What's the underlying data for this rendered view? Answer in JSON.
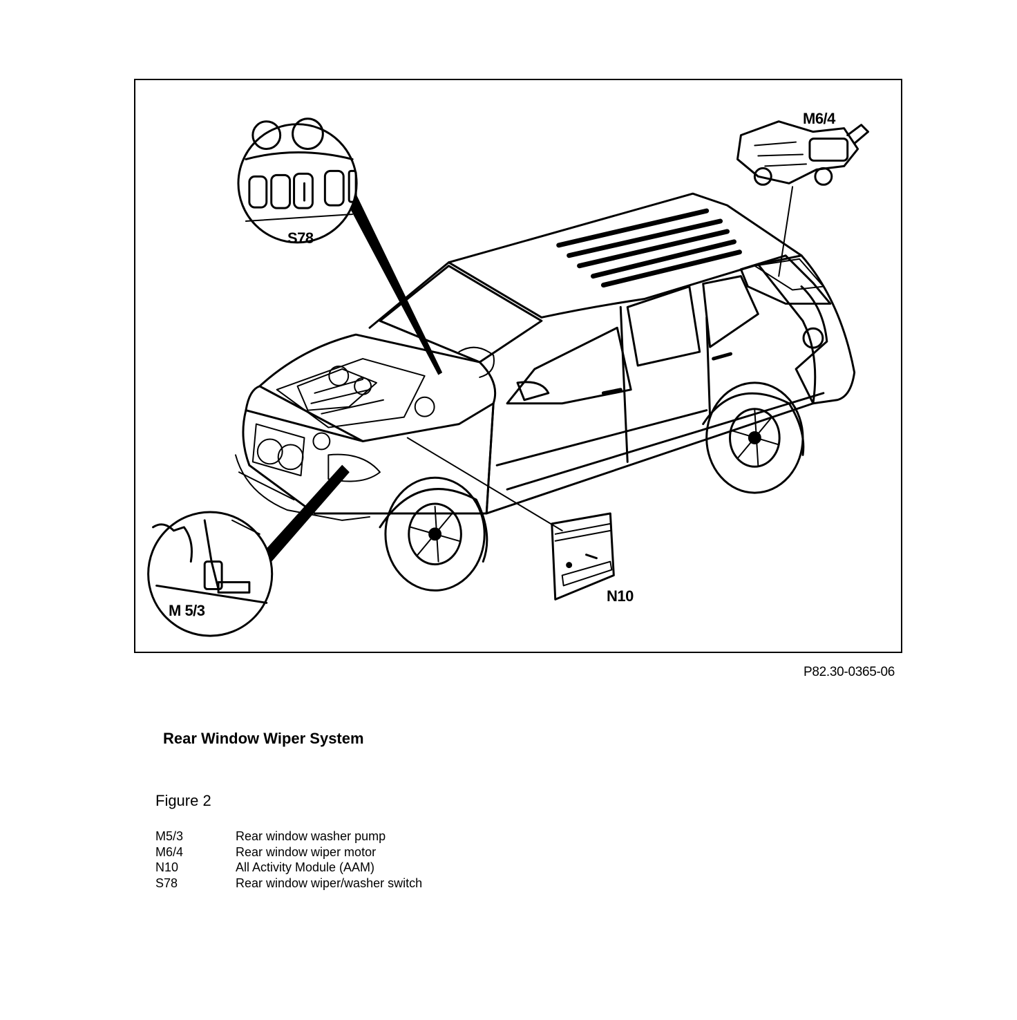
{
  "figure": {
    "callouts": {
      "s78": "S78",
      "m64": "M6/4",
      "n10": "N10",
      "m53": "M 5/3"
    },
    "reference_code": "P82.30-0365-06"
  },
  "document": {
    "title": "Rear Window Wiper System",
    "figure_label": "Figure 2",
    "legend": [
      {
        "code": "M5/3",
        "description": "Rear window washer pump"
      },
      {
        "code": "M6/4",
        "description": "Rear window wiper motor"
      },
      {
        "code": "N10",
        "description": "All Activity Module (AAM)"
      },
      {
        "code": "S78",
        "description": "Rear window wiper/washer switch"
      }
    ]
  },
  "colors": {
    "line": "#000000",
    "background": "#ffffff"
  }
}
